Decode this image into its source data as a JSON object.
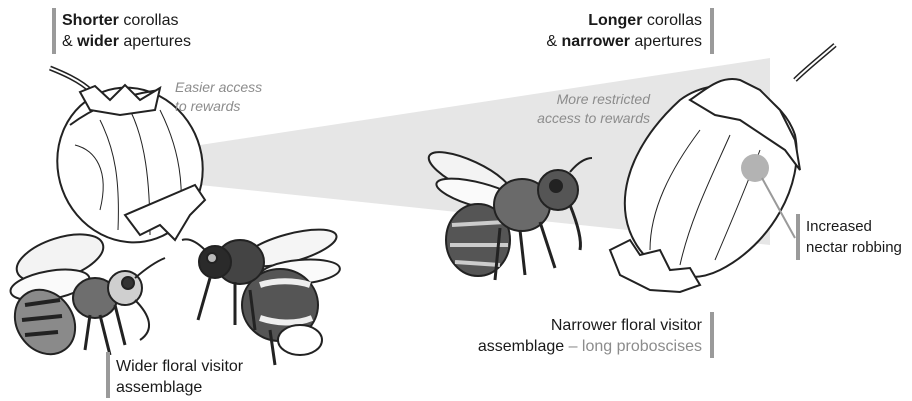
{
  "top_left": {
    "bold": "Shorter",
    "rest1": " corollas",
    "amp": "& ",
    "bold2": "wider",
    "rest2": " apertures"
  },
  "top_right": {
    "bold": "Longer",
    "rest1": " corollas",
    "amp": "& ",
    "bold2": "narrower",
    "rest2": " apertures"
  },
  "note_left": {
    "line1": "Easier access",
    "line2": "to rewards"
  },
  "note_right": {
    "line1": "More restricted",
    "line2": "access to rewards"
  },
  "robbing": {
    "line1": "Increased",
    "line2": "nectar robbing"
  },
  "wide_assemblage": {
    "line1": "Wider floral visitor",
    "line2": "assemblage"
  },
  "narrow_assemblage": {
    "line1": "Narrower floral visitor",
    "line2a": "assemblage",
    "line2b": " – long proboscises"
  },
  "colors": {
    "bar": "#9a9a9a",
    "wedge": "#e6e6e6",
    "note": "#8c8c8c",
    "robbing_dot": "#b3b3b3"
  }
}
